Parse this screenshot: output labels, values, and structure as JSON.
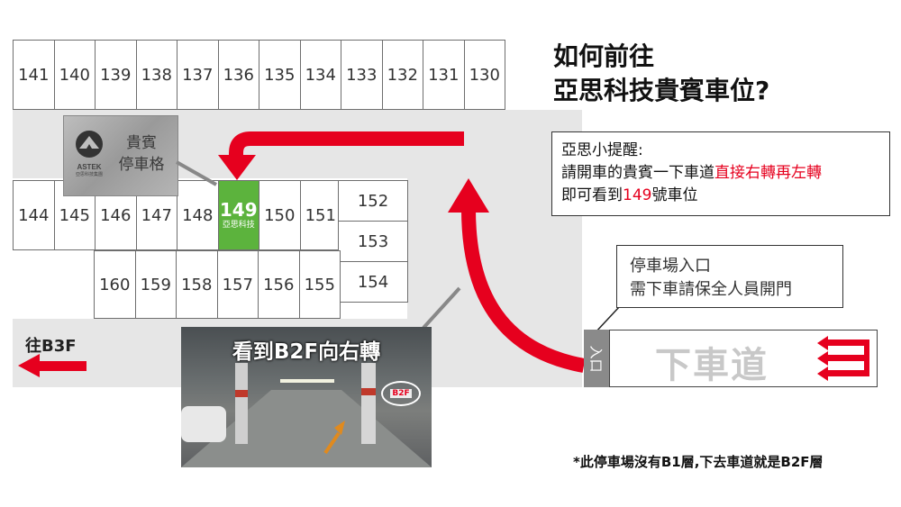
{
  "title": {
    "line1": "如何前往",
    "line2": "亞思科技貴賓車位?"
  },
  "tip": {
    "heading": "亞思小提醒:",
    "line2_pre": "請開車的貴賓一下車道",
    "line2_red": "直接右轉再左轉",
    "line3_pre": "即可看到",
    "line3_red": "149",
    "line3_post": "號車位"
  },
  "entrance_note": {
    "line1": "停車場入口",
    "line2": "需下車請保全人員開門"
  },
  "ramp": {
    "entrance_label": "入口",
    "label": "下車道"
  },
  "to_b3f": "往B3F",
  "photo": {
    "caption": "看到B2F向右轉",
    "sign": "B2F"
  },
  "footnote": "*此停車場沒有B1層,下去車道就是B2F層",
  "vip_sign": {
    "logo": "ASTEK",
    "logo_sub": "亞思科技集團",
    "line1": "貴賓",
    "line2": "停車格"
  },
  "spots": {
    "top_row": [
      "141",
      "140",
      "139",
      "138",
      "137",
      "136",
      "135",
      "134",
      "133",
      "132",
      "131",
      "130"
    ],
    "middle_row": [
      "144",
      "145",
      "146",
      "147",
      "148",
      "149",
      "150",
      "151"
    ],
    "middle_row_sub": {
      "149": "亞思科技"
    },
    "right_column": [
      "152",
      "153",
      "154"
    ],
    "bottom_row": [
      "160",
      "159",
      "158",
      "157",
      "156",
      "155"
    ]
  },
  "colors": {
    "highlight": "#5cb33d",
    "accent": "#e6001e",
    "road": "#e6e6e6"
  }
}
